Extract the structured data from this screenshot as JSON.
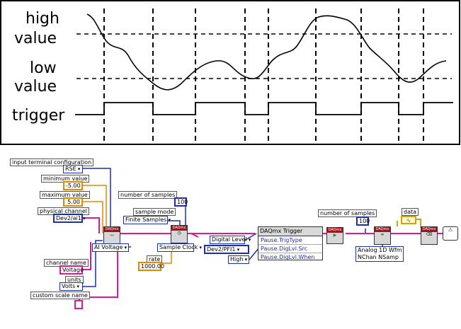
{
  "timing_diagram": {
    "labels": {
      "high": "high",
      "high2": "value",
      "low": "low",
      "low2": "value",
      "trigger": "trigger"
    }
  },
  "block_diagram": {
    "input_terminal_configuration": {
      "label": "input terminal configuration",
      "value": "RSE"
    },
    "minimum_value": {
      "label": "minimum value",
      "value": "-5.00"
    },
    "maximum_value": {
      "label": "maximum value",
      "value": "5.00"
    },
    "physical_channel": {
      "label": "physical channel",
      "value": "Dev2/ai1"
    },
    "channel_name": {
      "label": "channel name",
      "value": "Voltage"
    },
    "units": {
      "label": "units",
      "value": "Volts"
    },
    "custom_scale_name": {
      "label": "custom scale name"
    },
    "ai_voltage": "AI Voltage",
    "number_of_samples_1": {
      "label": "number of samples",
      "value": "100"
    },
    "sample_mode": {
      "label": "sample mode",
      "value": "Finite Samples"
    },
    "sample_clock": "Sample Clock",
    "rate": {
      "label": "rate",
      "value": "1000.00"
    },
    "digital_level": "Digital Level",
    "trig_source": "Dev2/PFI1",
    "trig_when": "High",
    "trigger_node": {
      "title": "DAQmx Trigger",
      "rows": [
        "Pause.TrigType",
        "Pause.DigLvl.Src",
        "Pause.DigLvl.When"
      ]
    },
    "number_of_samples_2": {
      "label": "number of samples",
      "value": "100"
    },
    "read_mode": {
      "line1": "Analog 1D Wfm",
      "line2": "NChan NSamp"
    },
    "data": {
      "label": "data"
    },
    "vi_header": "DAQmx"
  }
}
